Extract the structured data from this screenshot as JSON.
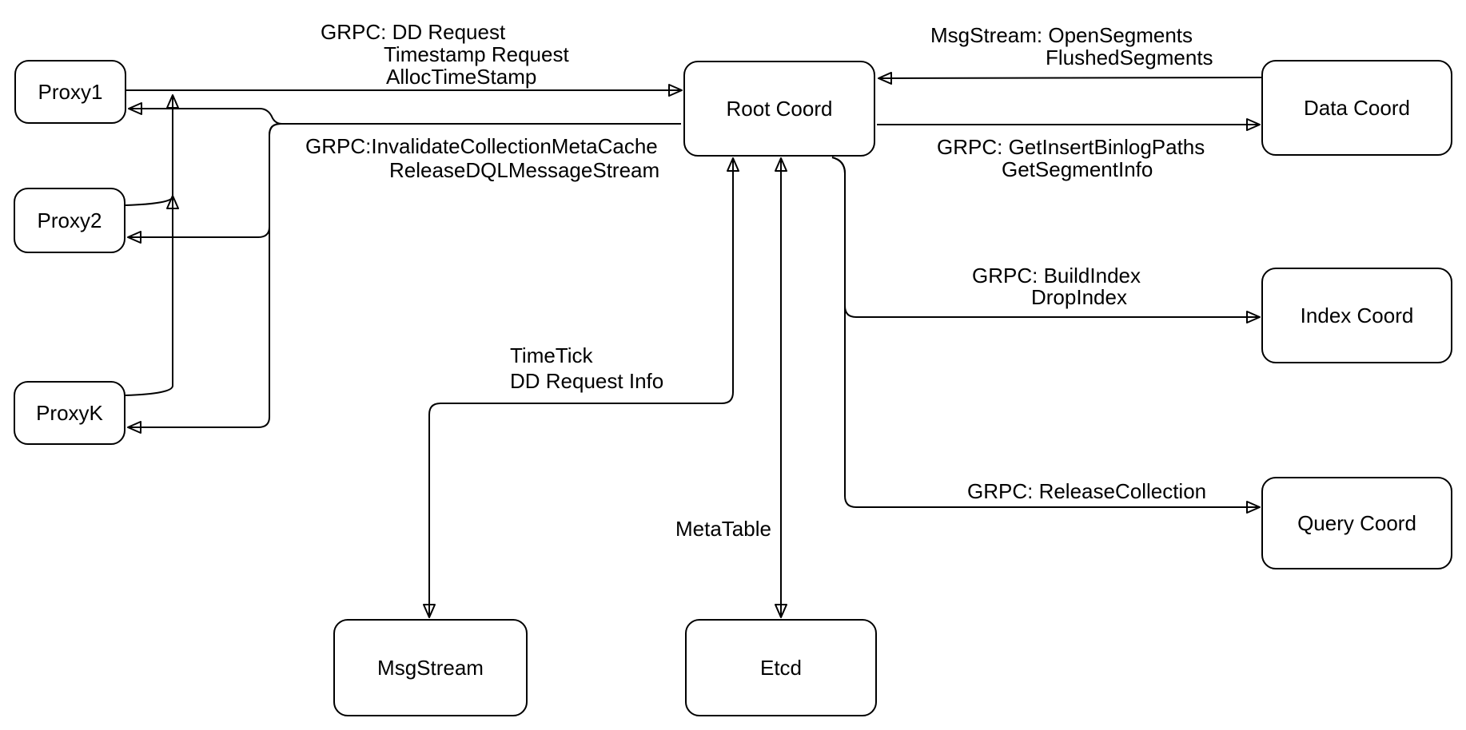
{
  "diagram": {
    "title": "Root Coord architecture diagram",
    "colors": {
      "background": "#ffffff",
      "stroke": "#000000",
      "node_fill": "#ffffff",
      "text": "#000000"
    },
    "nodes": [
      {
        "id": "proxy1",
        "label": "Proxy1"
      },
      {
        "id": "proxy2",
        "label": "Proxy2"
      },
      {
        "id": "proxyk",
        "label": "ProxyK"
      },
      {
        "id": "rootcoord",
        "label": "Root Coord"
      },
      {
        "id": "datacoord",
        "label": "Data Coord"
      },
      {
        "id": "indexcoord",
        "label": "Index Coord"
      },
      {
        "id": "querycoord",
        "label": "Query Coord"
      },
      {
        "id": "msgstream",
        "label": "MsgStream"
      },
      {
        "id": "etcd",
        "label": "Etcd"
      }
    ],
    "edges": [
      {
        "id": "proxies-to-rootcoord",
        "from": "proxy1",
        "to": "rootcoord",
        "arrows": "end",
        "label_lines": [
          "GRPC: DD Request",
          "Timestamp Request",
          "AllocTimeStamp"
        ]
      },
      {
        "id": "rootcoord-to-proxies",
        "from": "rootcoord",
        "to": "proxy1, proxy2, proxyk",
        "arrows": "end",
        "label_lines": [
          "GRPC:InvalidateCollectionMetaCache",
          "ReleaseDQLMessageStream"
        ]
      },
      {
        "id": "datacoord-to-rootcoord",
        "from": "datacoord",
        "to": "rootcoord",
        "arrows": "end",
        "label_lines": [
          "MsgStream: OpenSegments",
          "FlushedSegments"
        ]
      },
      {
        "id": "rootcoord-to-datacoord",
        "from": "rootcoord",
        "to": "datacoord",
        "arrows": "end",
        "label_lines": [
          "GRPC: GetInsertBinlogPaths",
          "GetSegmentInfo"
        ]
      },
      {
        "id": "rootcoord-to-indexcoord",
        "from": "rootcoord",
        "to": "indexcoord",
        "arrows": "end",
        "label_lines": [
          "GRPC: BuildIndex",
          "DropIndex"
        ]
      },
      {
        "id": "rootcoord-to-querycoord",
        "from": "rootcoord",
        "to": "querycoord",
        "arrows": "end",
        "label_lines": [
          "GRPC: ReleaseCollection"
        ]
      },
      {
        "id": "rootcoord-to-msgstream",
        "from": "rootcoord",
        "to": "msgstream",
        "arrows": "both",
        "label_lines": [
          "TimeTick",
          "DD Request Info"
        ]
      },
      {
        "id": "rootcoord-to-etcd",
        "from": "rootcoord",
        "to": "etcd",
        "arrows": "both",
        "label_lines": [
          "MetaTable"
        ]
      }
    ]
  }
}
